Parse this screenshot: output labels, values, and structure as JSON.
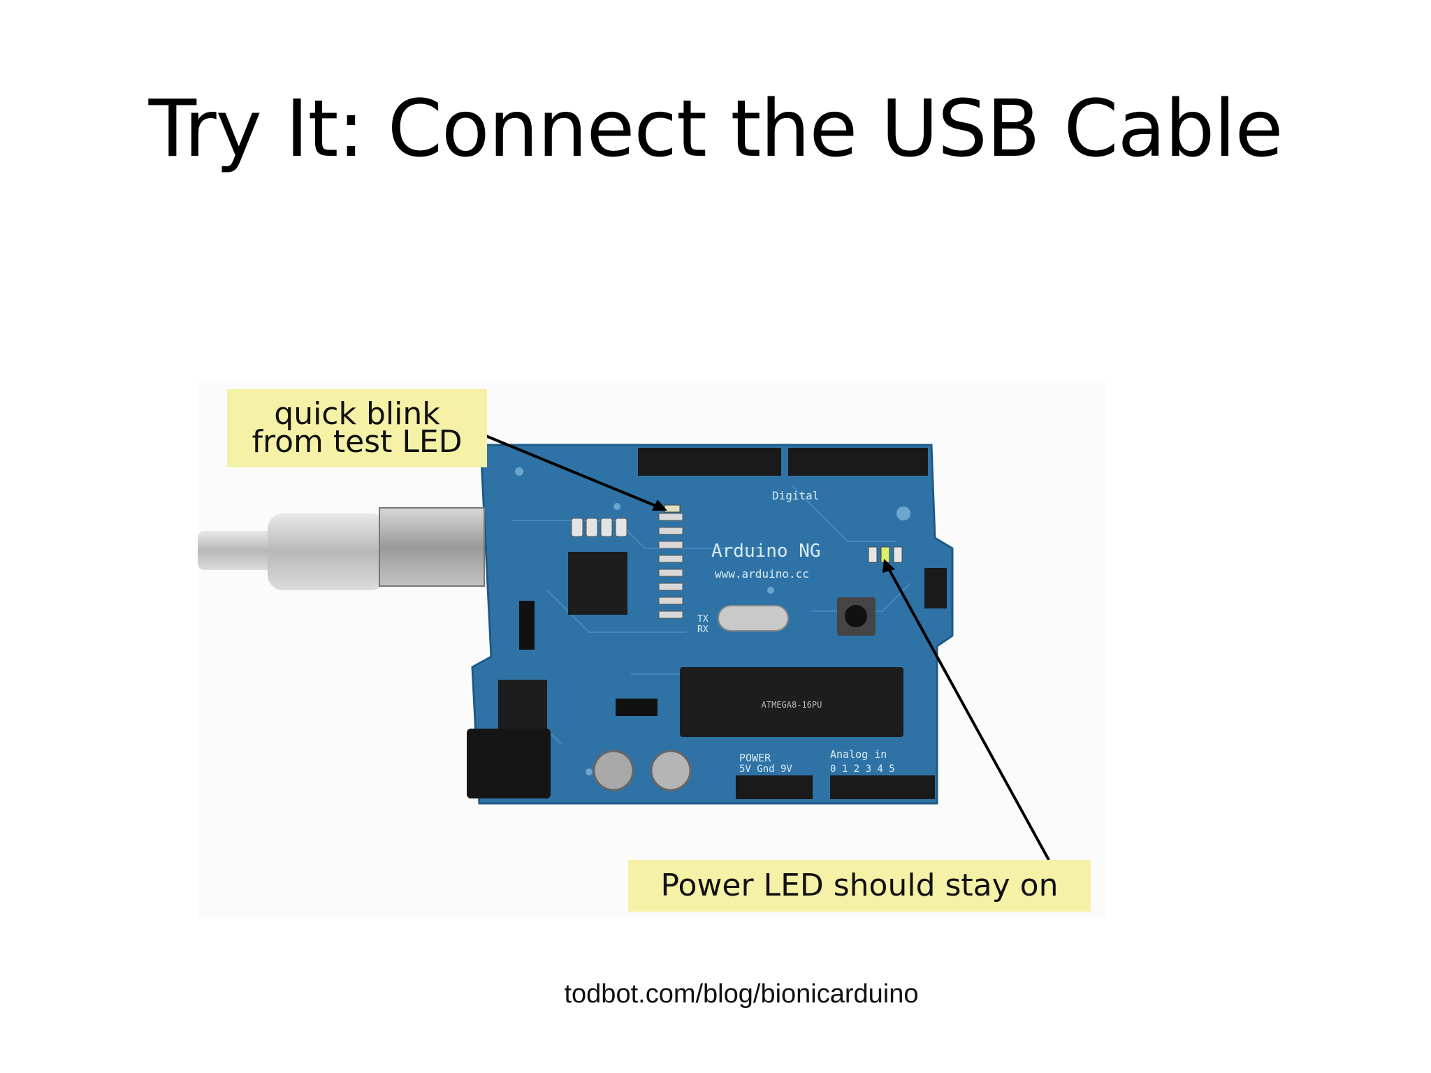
{
  "slide": {
    "title": "Try It: Connect the USB Cable",
    "source_link": "todbot.com/blog/bionicarduino"
  },
  "figure": {
    "image_name": "arduino-ng-board-photo",
    "board_labels": {
      "brand": "Arduino  NG",
      "url": "www.arduino.cc",
      "digital": "Digital",
      "power": "POWER",
      "power_pins": "5V Gnd 9V",
      "analog": "Analog in",
      "analog_pins": "0 1 2 3 4 5",
      "tx": "TX",
      "rx": "RX",
      "chip": "ATMEGA8-16PU"
    },
    "callouts": {
      "test_led_line1": "quick blink",
      "test_led_line2": "from test LED",
      "power_led": "Power LED should stay on"
    }
  },
  "colors": {
    "callout_background": "#f5f1a6",
    "board_blue": "#2f73a6",
    "text": "#000000"
  }
}
